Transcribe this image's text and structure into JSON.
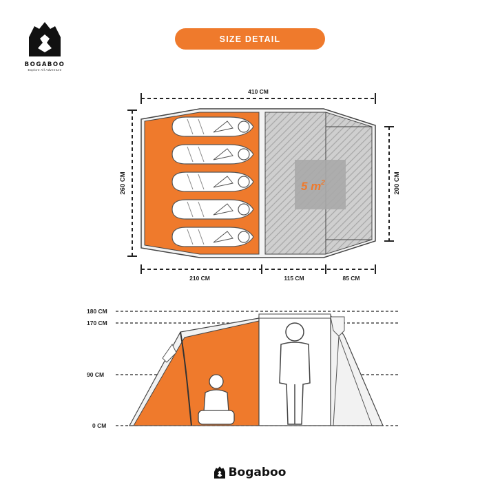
{
  "brand": {
    "name": "BOGABOO",
    "tagline": "Explore All Adventure",
    "footer_name": "Bogaboo"
  },
  "header": {
    "title": "SIZE DETAIL"
  },
  "floor_plan": {
    "total_length": "410 CM",
    "width": "260 CM",
    "porch_width": "200 CM",
    "bedroom_length": "210 CM",
    "living_length": "115 CM",
    "porch_length": "85 CM",
    "area": "5 m",
    "area_sup": "2"
  },
  "side_view": {
    "heights": [
      "180 CM",
      "170 CM",
      "90 CM",
      "0 CM"
    ]
  },
  "colors": {
    "accent": "#ef7a2c",
    "hatch_bg": "#c9c9c9",
    "area_box": "#a9a9a9",
    "outline": "#333333"
  }
}
